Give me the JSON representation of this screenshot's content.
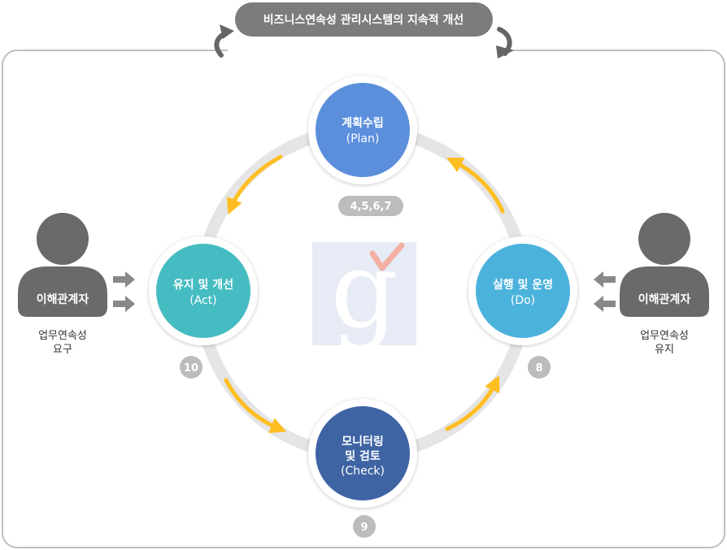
{
  "title": "비즈니스연속성 관리시스템의 지속적 개선",
  "phases": {
    "plan": {
      "line1": "계획수립",
      "line2": "(Plan)",
      "badge": "4,5,6,7",
      "color": "#5b8fdc"
    },
    "do": {
      "line1": "실행 및 운영",
      "line2": "(Do)",
      "badge": "8",
      "color": "#4bb2dc"
    },
    "check": {
      "line1": "모니터링",
      "line2": "및 검토",
      "line3": "(Check)",
      "badge": "9",
      "color": "#3f64a4"
    },
    "act": {
      "line1": "유지 및 개선",
      "line2": "(Act)",
      "badge": "10",
      "color": "#45bcc1"
    }
  },
  "left_stakeholder": {
    "label": "이해관계자",
    "caption1": "업무연속성",
    "caption2": "요구"
  },
  "right_stakeholder": {
    "label": "이해관계자",
    "caption1": "업무연속성",
    "caption2": "유지"
  },
  "colors": {
    "arrow": "#ffbe22",
    "person": "#6a6a6a",
    "ring": "#e5e5e5",
    "badge": "#bcbcbc",
    "frame": "#bfbfbf"
  }
}
